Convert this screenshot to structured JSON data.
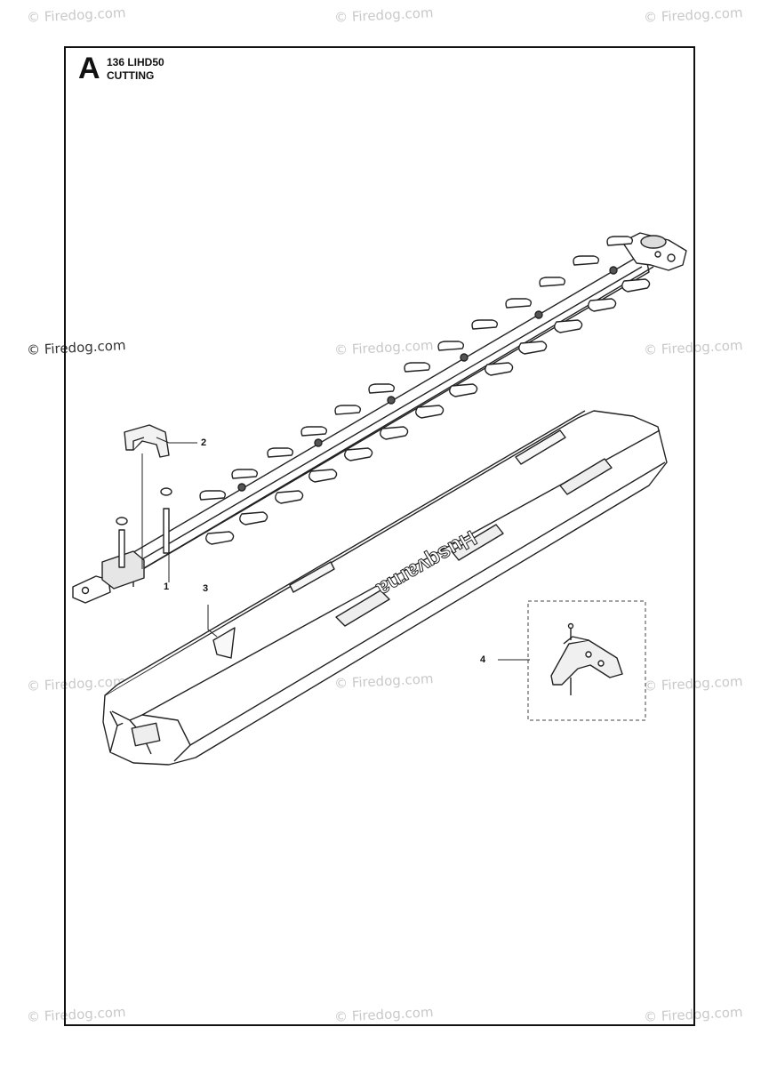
{
  "header": {
    "section_letter": "A",
    "model": "136 LIHD50",
    "section": "CUTTING"
  },
  "callouts": [
    {
      "id": "1",
      "label": "1"
    },
    {
      "id": "2",
      "label": "2"
    },
    {
      "id": "3",
      "label": "3"
    },
    {
      "id": "4",
      "label": "4"
    }
  ],
  "brand_text": "Husqvarna",
  "watermark": "© Firedog.com"
}
